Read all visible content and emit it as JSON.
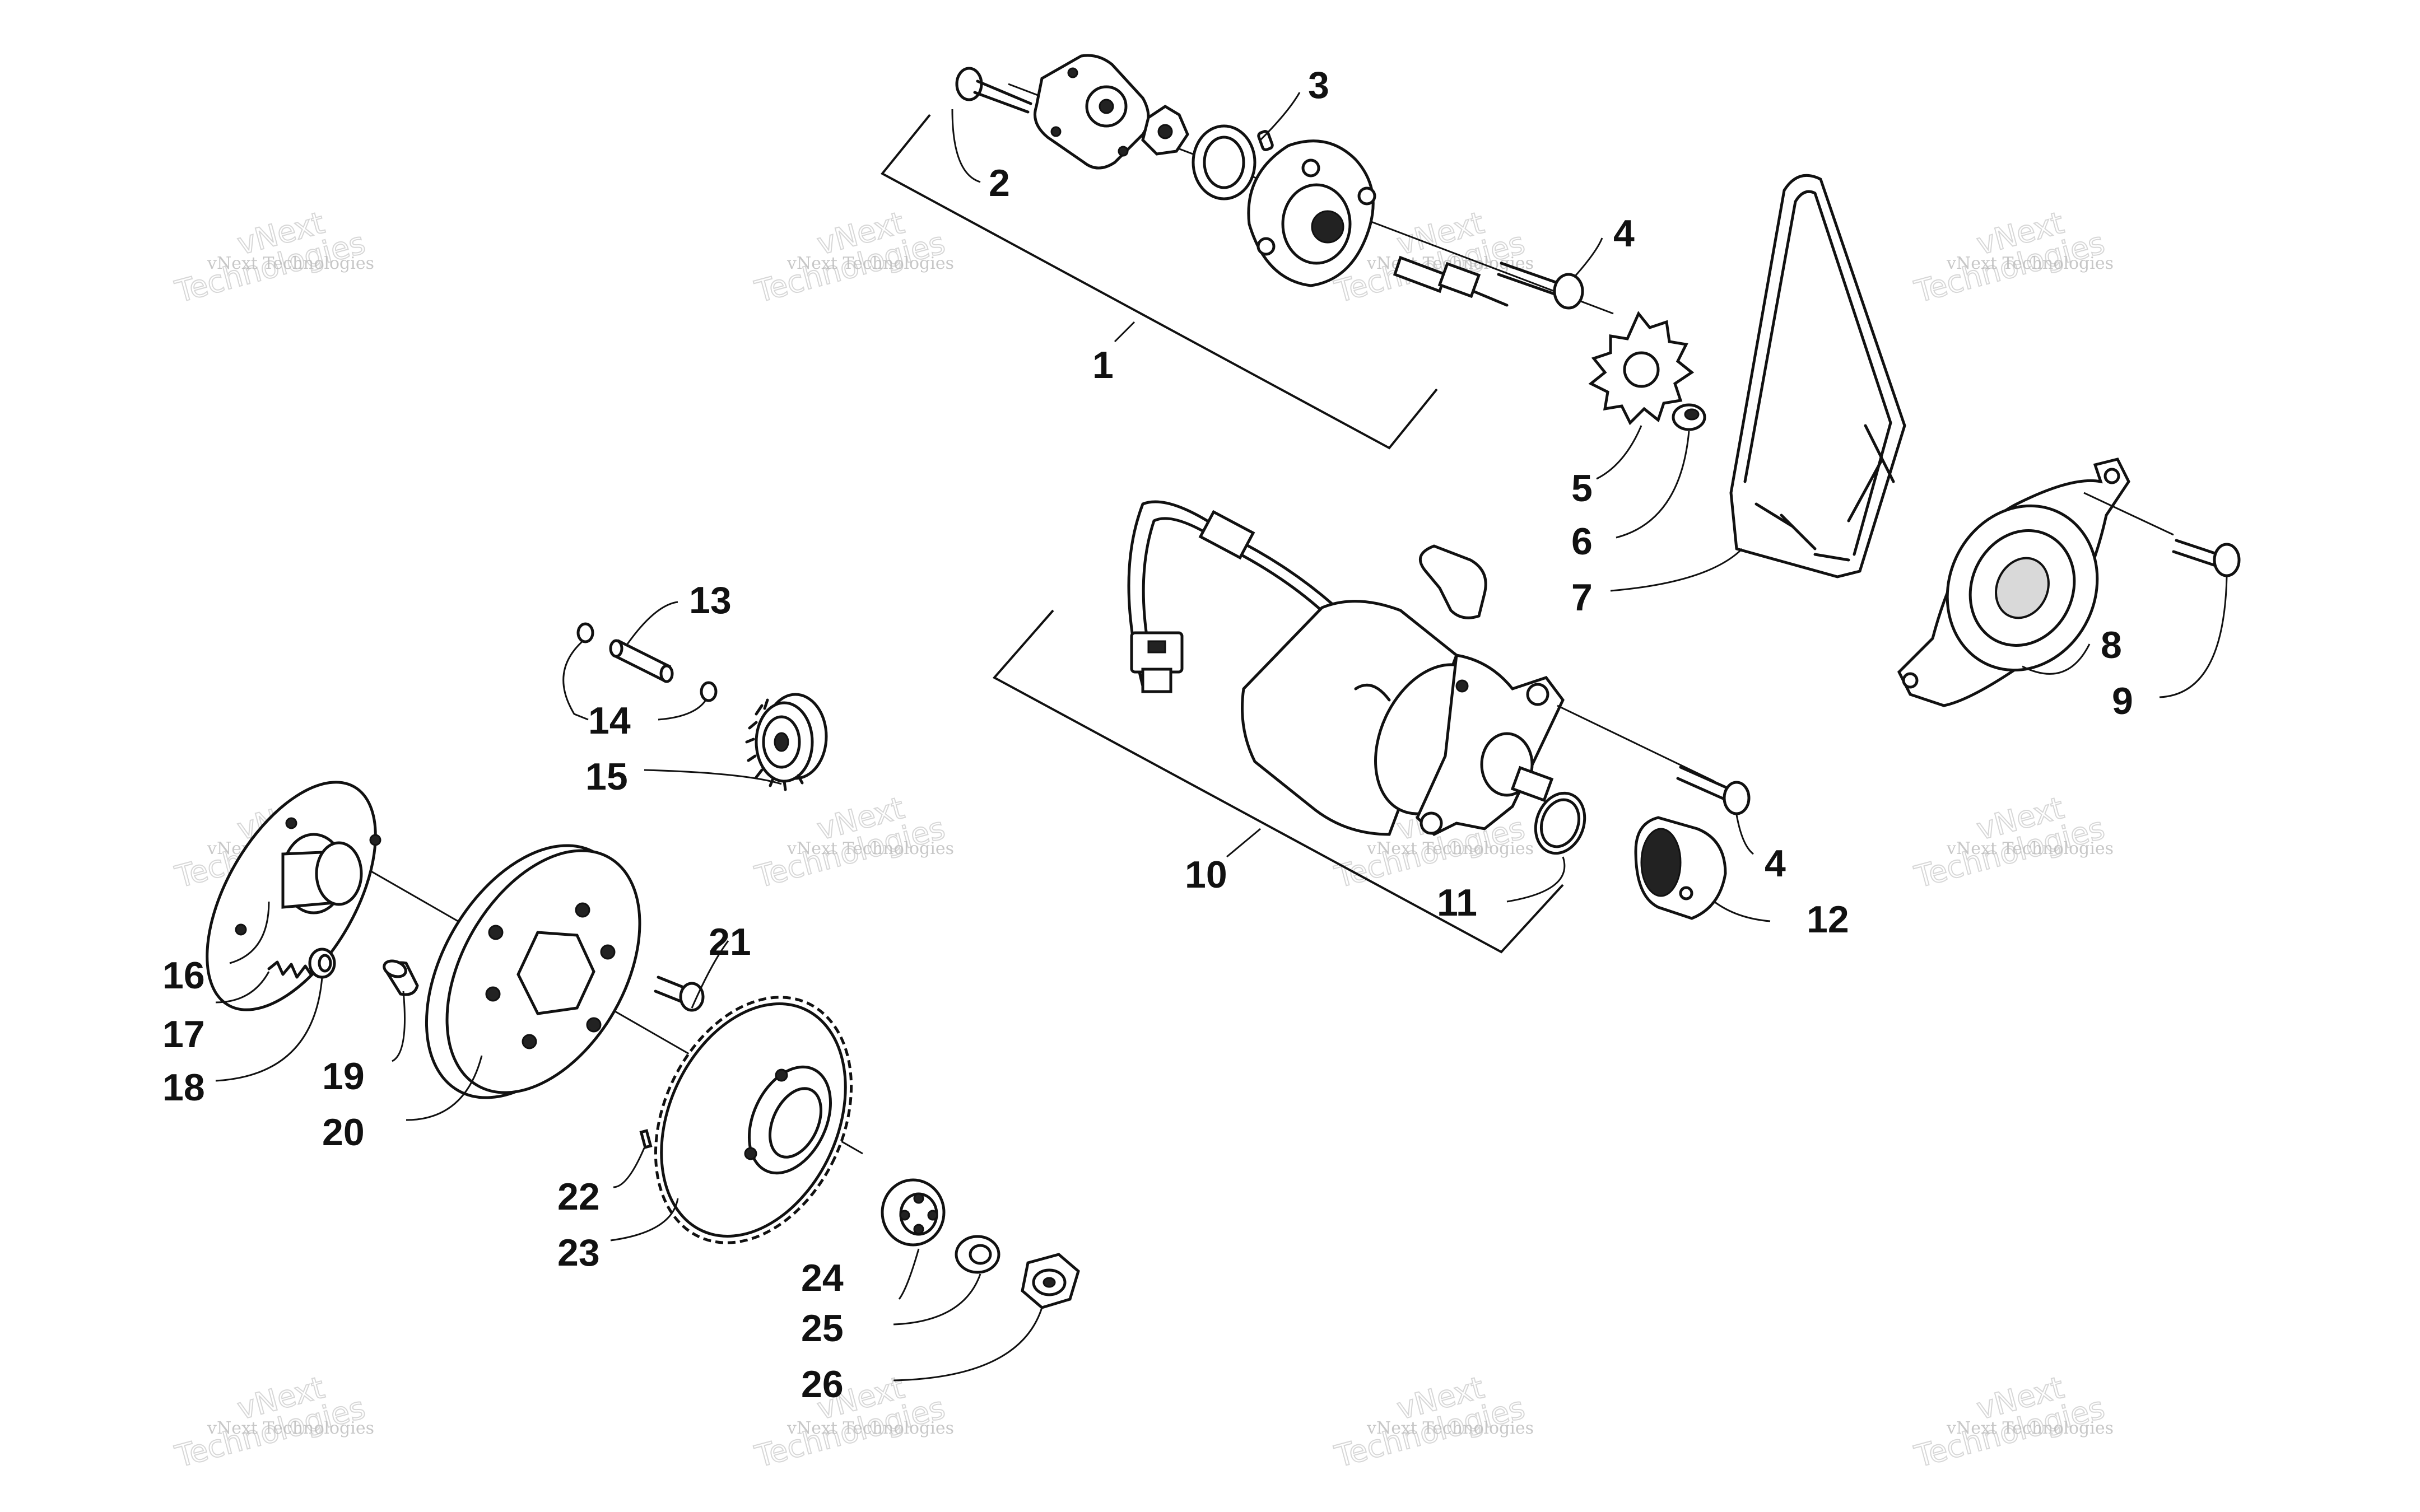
{
  "diagram": {
    "callouts": [
      "1",
      "2",
      "3",
      "4",
      "4",
      "5",
      "6",
      "7",
      "8",
      "9",
      "10",
      "11",
      "12",
      "13",
      "14",
      "15",
      "16",
      "17",
      "18",
      "19",
      "20",
      "21",
      "22",
      "23",
      "24",
      "25",
      "26"
    ],
    "watermark": {
      "line1": "vNext Technologies",
      "line2_a": "vNext",
      "line2_b": "Technologies"
    }
  }
}
